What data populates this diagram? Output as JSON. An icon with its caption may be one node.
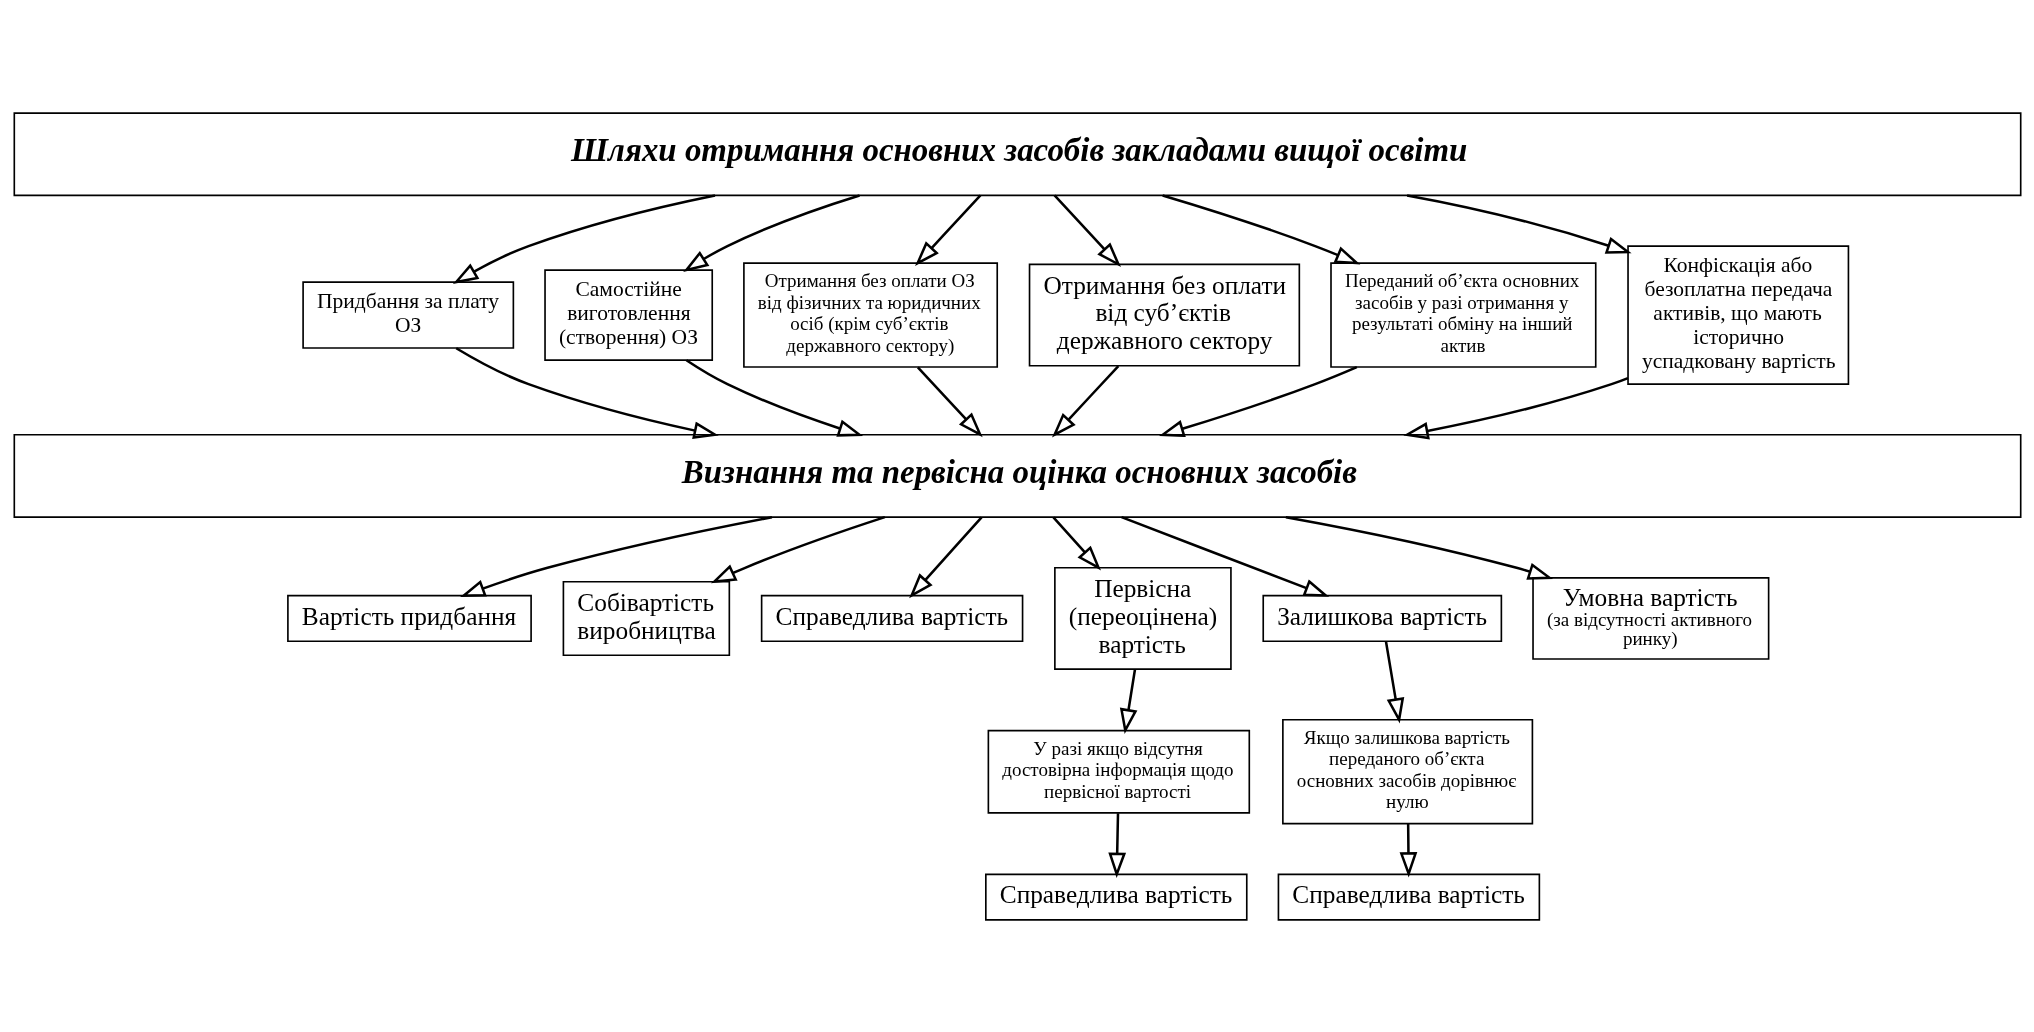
{
  "diagram": {
    "nodes": [
      {
        "text": [
          "Шляхи отримання основних засобів закладами вищої освіти"
        ]
      },
      {
        "text": [
          "Придбання за плату ОЗ"
        ]
      },
      {
        "text": [
          "Самостійне виготовлення (створення) ОЗ"
        ]
      },
      {
        "text": [
          "Отримання без оплати ОЗ від фізичних та юридичних осіб (крім суб’єктів державного сектору)"
        ]
      },
      {
        "text": [
          "Отримання без оплати від суб’єктів державного сектору"
        ]
      },
      {
        "text": [
          "Переданий об’єкта основних засобів у разі отримання у результаті обміну на інший актив"
        ]
      },
      {
        "text": [
          "Конфіскація або безоплатна передача активів, що мають історично успадковану вартість"
        ]
      },
      {
        "text": [
          "Визнання та первісна оцінка основних засобів"
        ]
      },
      {
        "text": [
          "Вартість придбання"
        ]
      },
      {
        "text": [
          "Собівартість виробництва"
        ]
      },
      {
        "text": [
          "Справедлива вартість"
        ]
      },
      {
        "text": [
          "Первісна (переоцінена) вартість"
        ]
      },
      {
        "text": [
          "Залишкова вартість"
        ]
      },
      {
        "text": [
          "Умовна вартість",
          "(за відсутності активного ринку)"
        ]
      },
      {
        "text": [
          "У разі якщо відсутня достовірна інформація щодо первісної вартості"
        ]
      },
      {
        "text": [
          "Якщо залишкова вартість переданого об’єкта основних засобів дорівнює нулю"
        ]
      },
      {
        "text": [
          "Справедлива вартість"
        ]
      },
      {
        "text": [
          "Справедлива вартість"
        ]
      }
    ],
    "edges": [
      {
        "from": 0,
        "to": 1,
        "arrow": "to"
      },
      {
        "from": 0,
        "to": 2,
        "arrow": "to"
      },
      {
        "from": 0,
        "to": 3,
        "arrow": "to"
      },
      {
        "from": 0,
        "to": 4,
        "arrow": "to"
      },
      {
        "from": 0,
        "to": 5,
        "arrow": "to"
      },
      {
        "from": 0,
        "to": 6,
        "arrow": "to"
      },
      {
        "from": 1,
        "to": 7,
        "arrow": "to"
      },
      {
        "from": 2,
        "to": 7,
        "arrow": "to"
      },
      {
        "from": 3,
        "to": 7,
        "arrow": "to"
      },
      {
        "from": 4,
        "to": 7,
        "arrow": "to"
      },
      {
        "from": 5,
        "to": 7,
        "arrow": "to"
      },
      {
        "from": 6,
        "to": 7,
        "arrow": "to"
      },
      {
        "from": 7,
        "to": 8,
        "arrow": "to"
      },
      {
        "from": 7,
        "to": 9,
        "arrow": "to"
      },
      {
        "from": 7,
        "to": 10,
        "arrow": "to"
      },
      {
        "from": 7,
        "to": 11,
        "arrow": "to"
      },
      {
        "from": 7,
        "to": 12,
        "arrow": "to"
      },
      {
        "from": 7,
        "to": 13,
        "arrow": "to"
      },
      {
        "from": 11,
        "to": 14,
        "arrow": "to"
      },
      {
        "from": 14,
        "to": 16,
        "arrow": "to"
      },
      {
        "from": 12,
        "to": 15,
        "arrow": "to"
      },
      {
        "from": 15,
        "to": 17,
        "arrow": "to"
      }
    ]
  }
}
